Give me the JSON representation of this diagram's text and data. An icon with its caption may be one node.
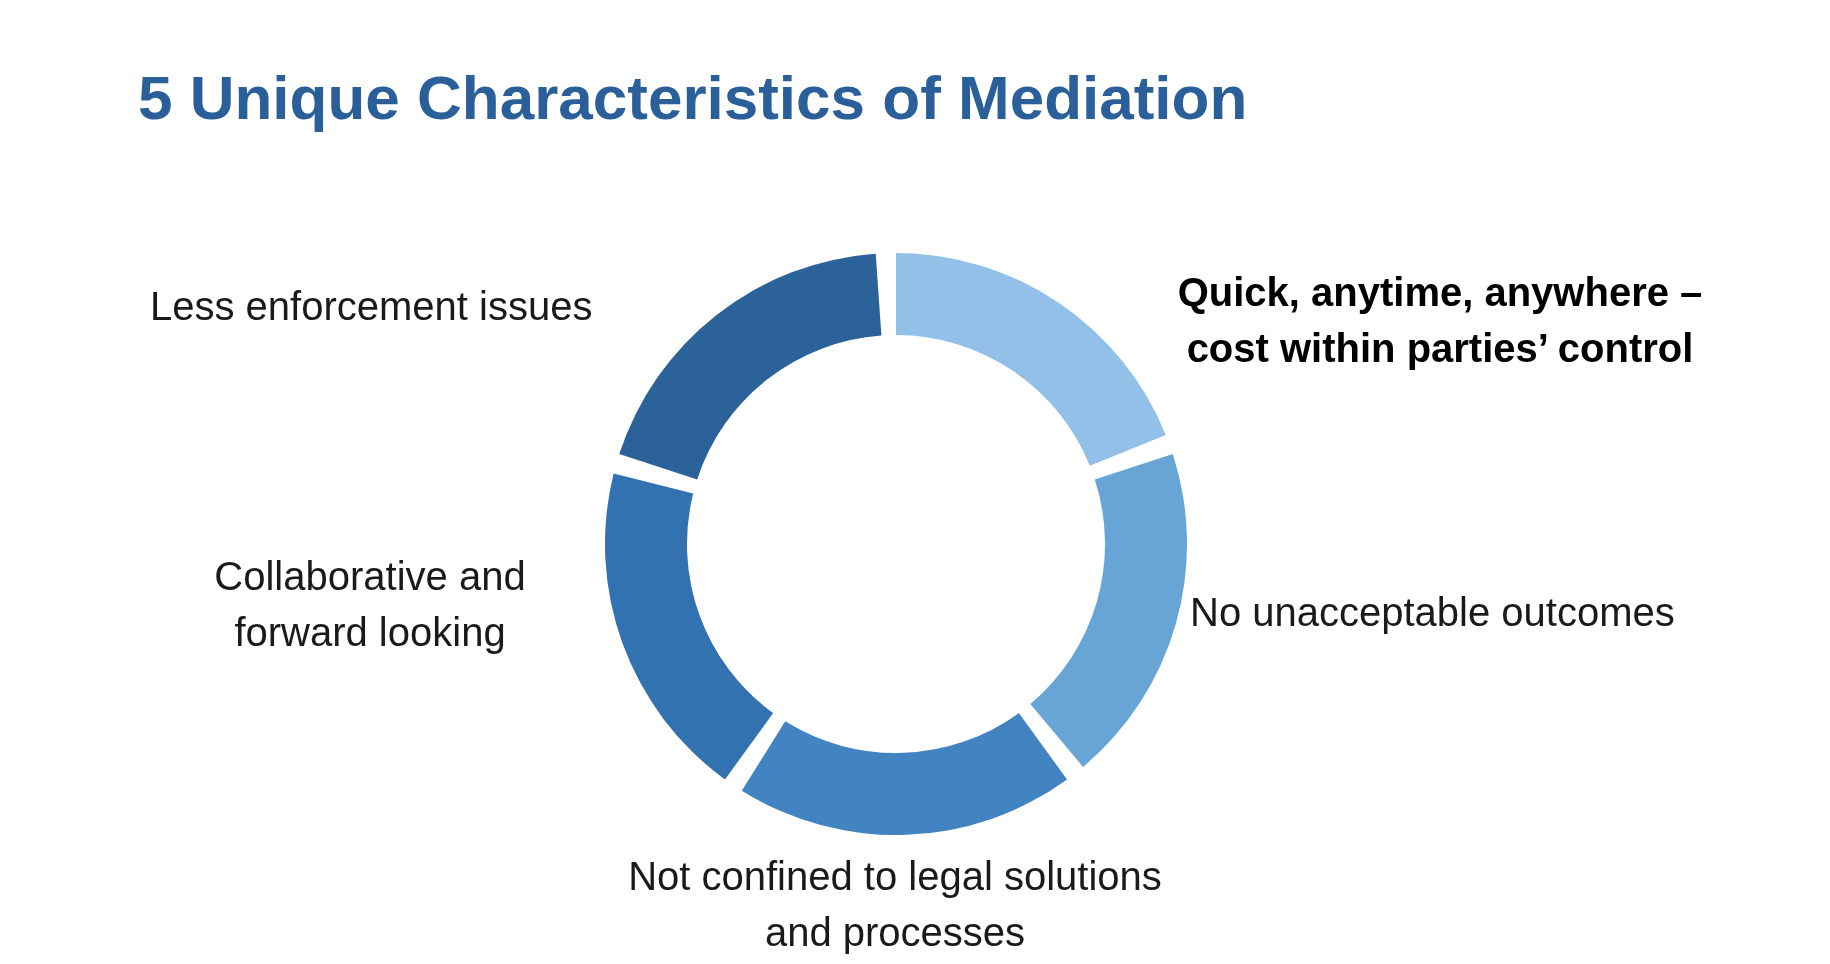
{
  "diagram": {
    "title": "5 Unique Characteristics of Mediation",
    "labels": [
      "Less enforcement issues",
      "Quick, anytime, anywhere – cost within parties’ control",
      "Collaborative and forward looking",
      "No unacceptable outcomes",
      "Not confined to legal solutions and processes"
    ]
  }
}
